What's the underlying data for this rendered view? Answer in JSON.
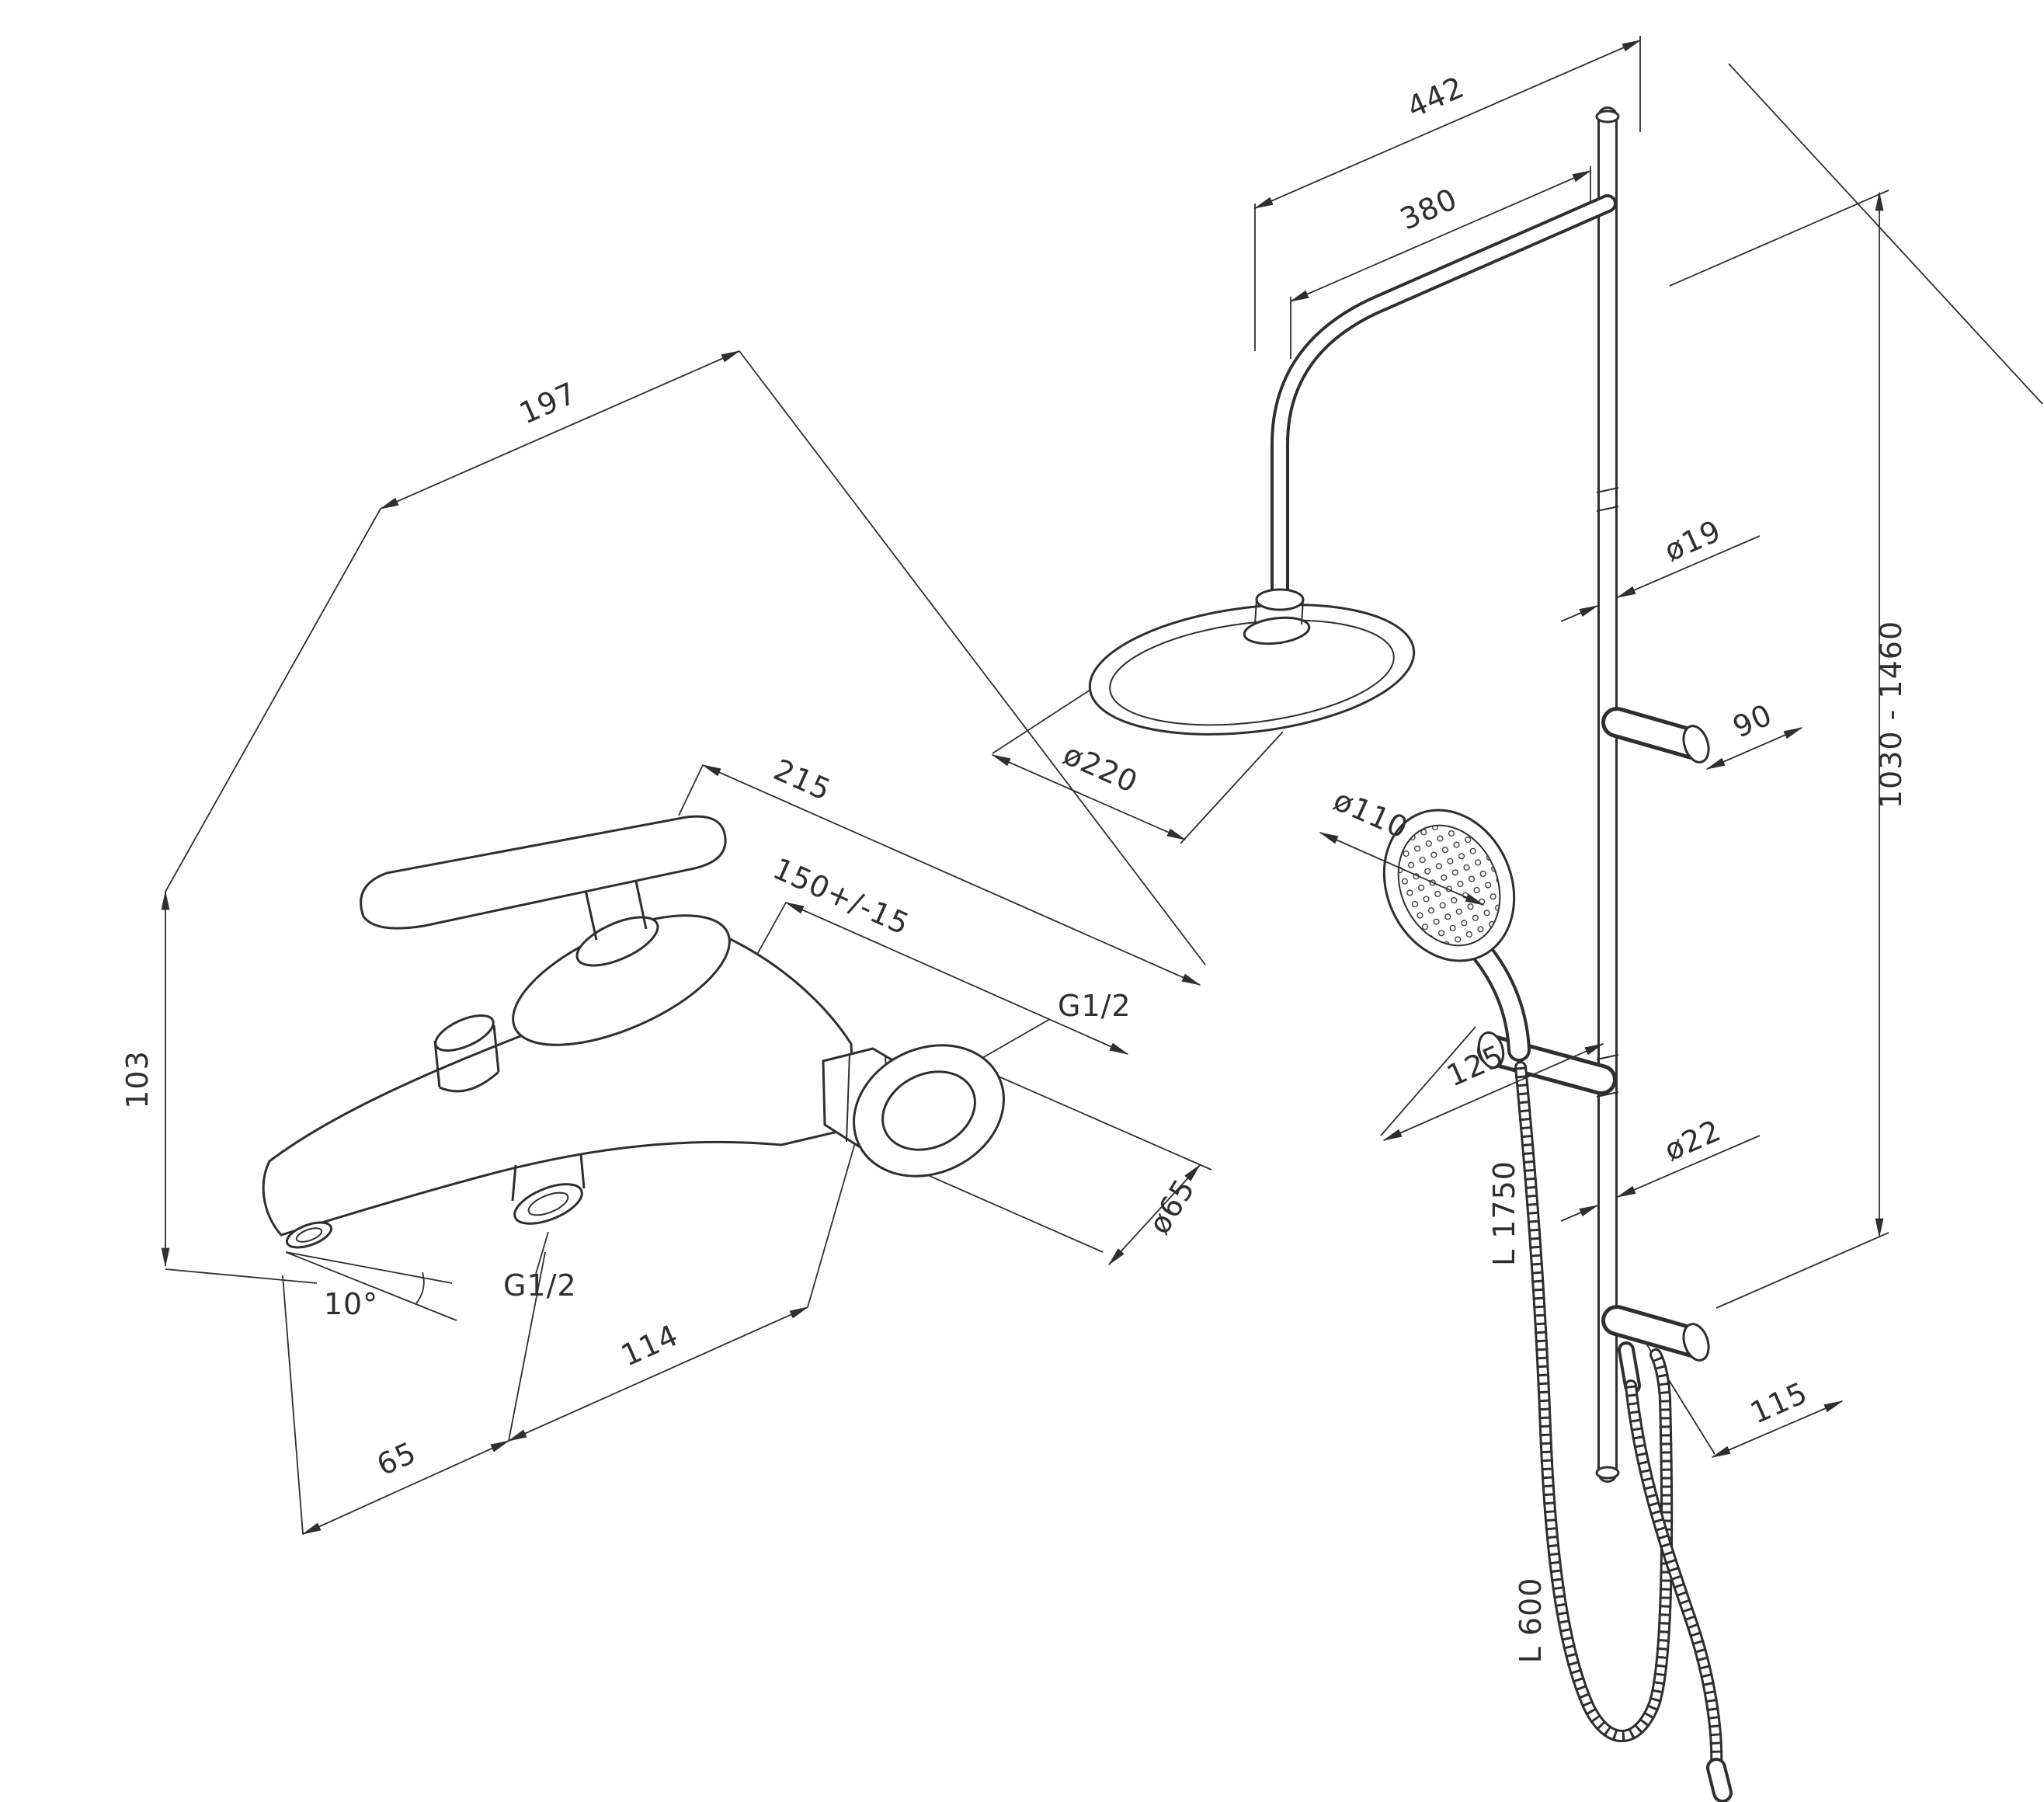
{
  "colors": {
    "line": "#2f2f2f",
    "background": "#ffffff"
  },
  "mixer": {
    "overall_length": "197",
    "depth_to_wall": "215",
    "inlet_spacing": "150+/-15",
    "wall_thread": "G1/2",
    "escutcheon_diameter": "ø65",
    "body_height": "103",
    "spout_angle": "10°",
    "outlet_thread": "G1/2",
    "outlet_to_wall": "114",
    "spout_reach": "65"
  },
  "shower": {
    "arm_reach_overall": "442",
    "arm_reach": "380",
    "rain_head_diameter": "ø220",
    "upper_pipe_diameter": "ø19",
    "upper_bracket_offset": "90",
    "riser_height_range": "1030 - 1460",
    "hand_shower_diameter": "ø110",
    "holder_offset": "125",
    "lower_pipe_diameter": "ø22",
    "main_hose_length": "L 1750",
    "lower_bracket_offset": "115",
    "secondary_hose_length": "L 600"
  }
}
